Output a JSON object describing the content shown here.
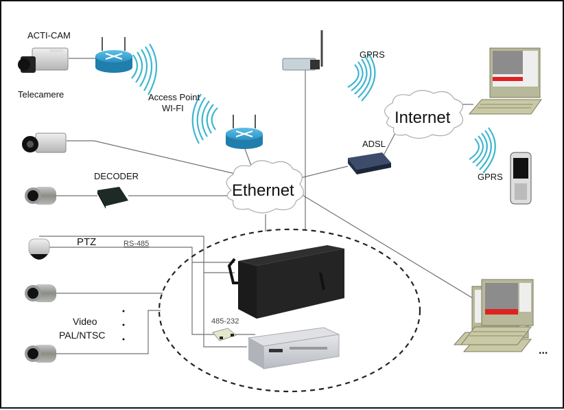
{
  "diagram": {
    "title": "Video surveillance network architecture",
    "labels": {
      "acti_cam": "ACTI-CAM",
      "telecamere": "Telecamere",
      "access_point_line1": "Access Point",
      "access_point_line2": "WI-FI",
      "gprs_top": "GPRS",
      "internet": "Internet",
      "adsl": "ADSL",
      "gprs_phone": "GPRS",
      "decoder": "DECODER",
      "ethernet": "Ethernet",
      "ptz": "PTZ",
      "rs485": "RS-485",
      "video_line1": "Video",
      "video_line2": "PAL/NTSC",
      "converter": "485-232",
      "more_clients": "..."
    },
    "nodes": [
      {
        "id": "acti-cam",
        "kind": "box-camera"
      },
      {
        "id": "wifi-ap-1",
        "kind": "wireless-router"
      },
      {
        "id": "wifi-ap-2",
        "kind": "wireless-router"
      },
      {
        "id": "gprs-modem",
        "kind": "gprs-modem"
      },
      {
        "id": "remote-laptop",
        "kind": "laptop"
      },
      {
        "id": "internet-cloud",
        "kind": "cloud"
      },
      {
        "id": "adsl-modem",
        "kind": "adsl-modem"
      },
      {
        "id": "mobile-phone",
        "kind": "phone"
      },
      {
        "id": "ip-camera",
        "kind": "box-camera"
      },
      {
        "id": "bullet-camera-1",
        "kind": "bullet-camera"
      },
      {
        "id": "decoder",
        "kind": "decoder"
      },
      {
        "id": "ethernet-cloud",
        "kind": "cloud"
      },
      {
        "id": "ptz-camera",
        "kind": "dome-camera"
      },
      {
        "id": "bullet-camera-2",
        "kind": "bullet-camera"
      },
      {
        "id": "bullet-camera-3",
        "kind": "bullet-camera"
      },
      {
        "id": "rack-server",
        "kind": "server"
      },
      {
        "id": "rs-converter",
        "kind": "converter"
      },
      {
        "id": "nvr-box",
        "kind": "dvr"
      },
      {
        "id": "client-laptops",
        "kind": "laptop-stack"
      }
    ],
    "colors": {
      "wave": "#3fb6cf",
      "router": "#2d8fc0",
      "line": "#666666",
      "laptop": "#c9c9a6"
    }
  }
}
